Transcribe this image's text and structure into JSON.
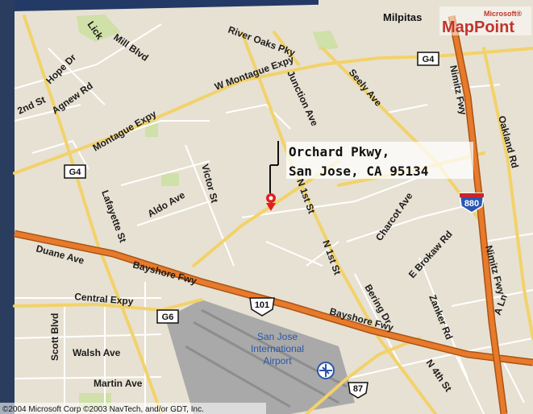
{
  "brand": {
    "small": "Microsoft®",
    "big": "MapPoint"
  },
  "city": "Milpitas",
  "callout": {
    "line1": "Orchard Pkwy,",
    "line2": "San Jose, CA 95134"
  },
  "airport": {
    "line1": "San Jose",
    "line2": "International",
    "line3": "Airport"
  },
  "copyright": "©2004 Microsoft Corp ©2003 NavTech, and/or GDT, Inc.",
  "shields": {
    "g4_top": "G4",
    "g4_left": "G4",
    "g6": "G6",
    "i101": "101",
    "i880": "880",
    "i87": "87"
  },
  "streets": {
    "river_oaks": "River Oaks Pky",
    "mill_blvd": "Mill Blvd",
    "lick": "Lick",
    "hope_dr": "Hope Dr",
    "second_st": "2nd St",
    "agnew_rd": "Agnew Rd",
    "w_montague": "W Montague Expy",
    "montague": "Montague Expy",
    "junction_ave": "Junction Ave",
    "seely_ave": "Seely Ave",
    "milpitas_fwy": "Nimitz Fwy",
    "oakland_rd": "Oakland Rd",
    "victor_st": "Victor St",
    "aldo_ave": "Aldo Ave",
    "lafayette_st": "Lafayette St",
    "n1st_a": "N 1st St",
    "n1st_b": "N 1st St",
    "charcot_ave": "Charcot Ave",
    "e_brokaw": "E Brokaw Rd",
    "nimitz_fwy": "Nimitz Fwy",
    "duane_ave": "Duane Ave",
    "bayshore_fwy_a": "Bayshore Fwy",
    "bayshore_fwy_b": "Bayshore Fwy",
    "central_expy": "Central Expy",
    "bering_dr": "Bering Dr",
    "zanker_rd": "Zanker Rd",
    "a_ln": "A Ln",
    "scott_blvd": "Scott Blvd",
    "walsh_ave": "Walsh Ave",
    "martin_ave": "Martin Ave",
    "n4th_st": "N 4th St"
  },
  "colors": {
    "land": "#e7e1d3",
    "freeway": "#e77a2b",
    "highway": "#f2d26a",
    "road": "#ffffff",
    "park": "#cfe0a8",
    "airport": "#a7a7a7",
    "pin": "#e0201c",
    "brand": "#c0352b",
    "water": "#2b3f6b"
  }
}
